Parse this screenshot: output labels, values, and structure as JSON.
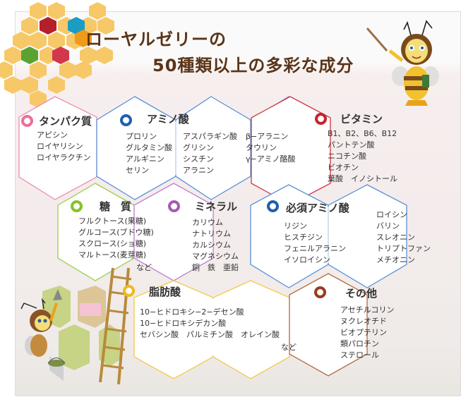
{
  "title": {
    "line1": "ローヤルゼリーの",
    "line2": "50種類以上の多彩な成分"
  },
  "colors": {
    "title": "#5a3418",
    "honeycomb": "#f7c867",
    "protein": "#e9709a",
    "amino": "#1f5fb0",
    "vitamin": "#c8232c",
    "sugar": "#86c22a",
    "mineral": "#a35db0",
    "essential_amino": "#1f5fb0",
    "fatty_acid": "#f2b81c",
    "other": "#9b3b1e"
  },
  "categories": {
    "protein": {
      "name": "タンパク質",
      "items": [
        "アピシン",
        "ロイヤリシン",
        "ロイヤラクチン"
      ]
    },
    "amino": {
      "name": "アミノ酸",
      "col1": [
        "プロリン",
        "グルタミン酸",
        "アルギニン",
        "セリン"
      ],
      "col2": [
        "アスパラギン酸",
        "グリシン",
        "シスチン",
        "アラニン"
      ],
      "col3": [
        "β−アラニン",
        "タウリン",
        "γ−アミノ酪酸"
      ]
    },
    "vitamin": {
      "name": "ビタミン",
      "items": [
        "B1、B2、B6、B12",
        "パントテン酸",
        "ニコチン酸",
        "ビオチン",
        "葉酸　イノシトール"
      ]
    },
    "sugar": {
      "name": "糖　質",
      "items": [
        "フルクトース(果糖)",
        "グルコース(ブドウ糖)",
        "スクロース(ショ糖)",
        "マルトース(麦芽糖)"
      ],
      "suffix": "など"
    },
    "mineral": {
      "name": "ミネラル",
      "items": [
        "カリウム",
        "ナトリウム",
        "カルシウム",
        "マグネシウム",
        "銅　鉄　亜鉛"
      ]
    },
    "essential_amino": {
      "name": "必須アミノ酸",
      "col1": [
        "リジン",
        "ヒスチジン",
        "フェニルアラニン",
        "イソロイシン"
      ],
      "col2": [
        "ロイシン",
        "バリン",
        "スレオニン",
        "トリプトファン",
        "メチオニン"
      ]
    },
    "fatty_acid": {
      "name": "脂肪酸",
      "items": [
        "10−ヒドロキシ−2−デセン酸",
        "10−ヒドロキシデカン酸",
        "セバシン酸　パルミチン酸　オレイン酸"
      ],
      "suffix": "など"
    },
    "other": {
      "name": "その他",
      "items": [
        "アセチルコリン",
        "ヌクレオチド",
        "ビオプテリン",
        "類パロチン",
        "ステロール"
      ]
    }
  },
  "illustrations": {
    "top_right": "bee-teacher-with-pointer-and-books",
    "bottom_left": "bee-worker-with-trowel-bucket-and-ladder"
  }
}
